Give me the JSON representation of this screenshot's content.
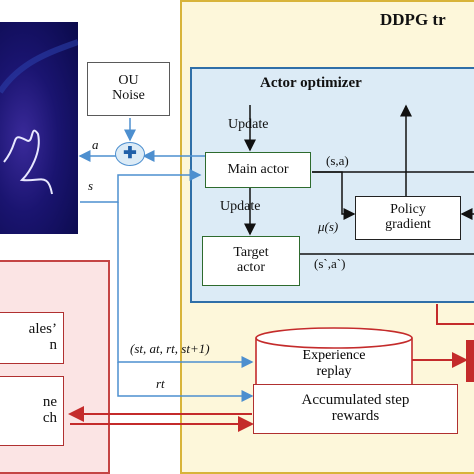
{
  "ddpg": {
    "title": "DDPG tr",
    "actor_optimizer_title": "Actor optimizer"
  },
  "ou_noise": {
    "line1": "OU",
    "line2": "Noise"
  },
  "main_actor": "Main actor",
  "target_actor": {
    "line1": "Target",
    "line2": "actor"
  },
  "policy_gradient": {
    "line1": "Policy",
    "line2": "gradient"
  },
  "experience_replay": {
    "line1": "Experience",
    "line2": "replay"
  },
  "accumulated_rewards": {
    "line1": "Accumulated step",
    "line2": "rewards"
  },
  "left_panel": {
    "box1": {
      "line1": "ales’",
      "line2": "n"
    },
    "box2": {
      "line1": "ne",
      "line2": "ch"
    }
  },
  "labels": {
    "update_top": "Update",
    "update_mid": "Update",
    "a": "a",
    "s": "s",
    "s_a": "(s,a)",
    "mu_s": "μ(s)",
    "s_a_prime": "(s`,a`)",
    "tuple": "(st, at, rt, st+1)",
    "r_t": "rt"
  },
  "colors": {
    "ddpg_bg": "#fdf7da",
    "ddpg_border": "#d8b43a",
    "actor_bg": "#dcebf6",
    "actor_border": "#2f6fa8",
    "left_bg": "#fbe4e4",
    "left_border": "#c44444",
    "arrow_blue": "#4d8fcf",
    "arrow_red": "#c42b2b"
  }
}
